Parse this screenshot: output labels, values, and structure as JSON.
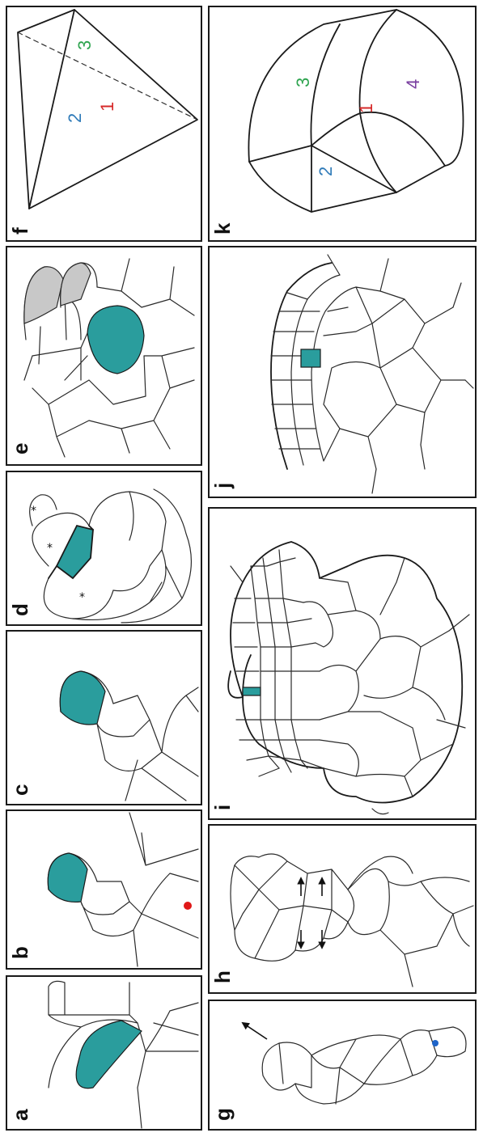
{
  "colors": {
    "apical_cell": "#2a9d9d",
    "rhizoid_tip": "#c8c8c8",
    "marker_red": "#e01818",
    "marker_blue": "#1e64c8",
    "face_1": "#d62828",
    "face_2": "#2e7ab8",
    "face_3": "#2ea44f",
    "face_4": "#7a3fa0"
  },
  "panels": {
    "a": {
      "label": "a"
    },
    "b": {
      "label": "b"
    },
    "c": {
      "label": "c"
    },
    "d": {
      "label": "d",
      "markers": [
        "*",
        "*",
        "*"
      ]
    },
    "e": {
      "label": "e"
    },
    "f": {
      "label": "f",
      "faces": [
        "1",
        "2",
        "3"
      ]
    },
    "g": {
      "label": "g"
    },
    "h": {
      "label": "h"
    },
    "i": {
      "label": "i"
    },
    "j": {
      "label": "j"
    },
    "k": {
      "label": "k",
      "faces": [
        "1",
        "2",
        "3",
        "4"
      ]
    }
  },
  "icons": [
    "arrow-icon",
    "red-dot-marker",
    "blue-dot-marker"
  ]
}
